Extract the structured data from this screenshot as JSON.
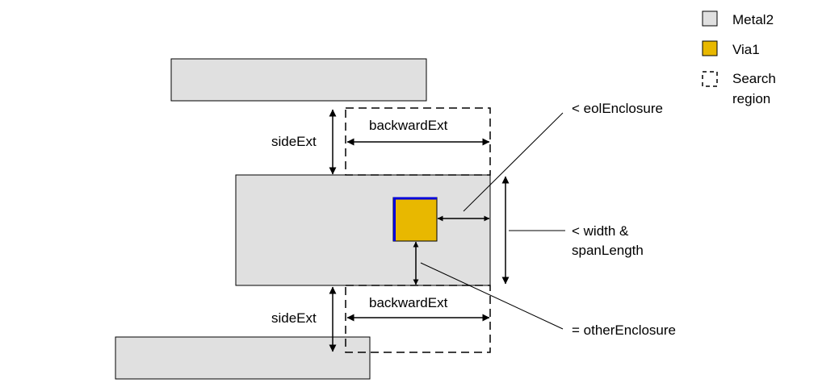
{
  "legend": {
    "items": [
      {
        "label": "Metal2",
        "icon": "metal2-swatch",
        "color": "#e0e0e0"
      },
      {
        "label": "Via1",
        "icon": "via1-swatch",
        "color": "#e8b800"
      },
      {
        "label_line1": "Search",
        "label_line2": "region",
        "icon": "dashed-square"
      }
    ]
  },
  "labels": {
    "side_ext_top": "sideExt",
    "side_ext_bottom": "sideExt",
    "backward_ext_top": "backwardExt",
    "backward_ext_bottom": "backwardExt",
    "eol_enclosure": "< eolEnclosure",
    "width_line1": "< width &",
    "width_line2": "spanLength",
    "other_enclosure": "= otherEnclosure"
  },
  "colors": {
    "metal2": "#e0e0e0",
    "via1": "#e8b800",
    "via_edge": "#0000dd"
  }
}
